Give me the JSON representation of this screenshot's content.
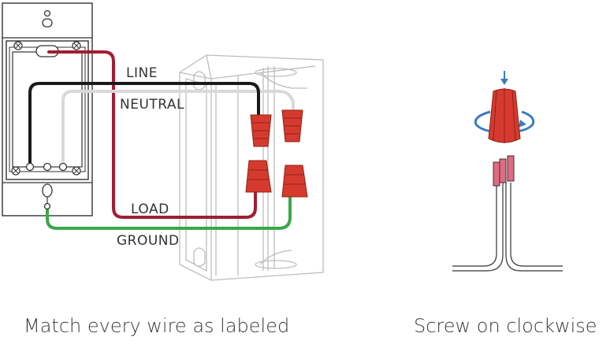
{
  "labels": {
    "line": "LINE",
    "neutral": "NEUTRAL",
    "load": "LOAD",
    "ground": "GROUND"
  },
  "captions": {
    "left": "Match every wire as labeled",
    "right": "Screw on clockwise"
  },
  "colors": {
    "line_wire": "#a01e32",
    "neutral_wire": "#d4d4d4",
    "hot_wire": "#1a1a1a",
    "ground_wire": "#3aa84a",
    "wire_nut": "#d63a2e",
    "arrow": "#3a7bbf",
    "box_stroke": "#bdbdbd"
  },
  "icons": [
    "wire-nut-icon",
    "rotate-clockwise-icon",
    "down-arrow-icon"
  ]
}
